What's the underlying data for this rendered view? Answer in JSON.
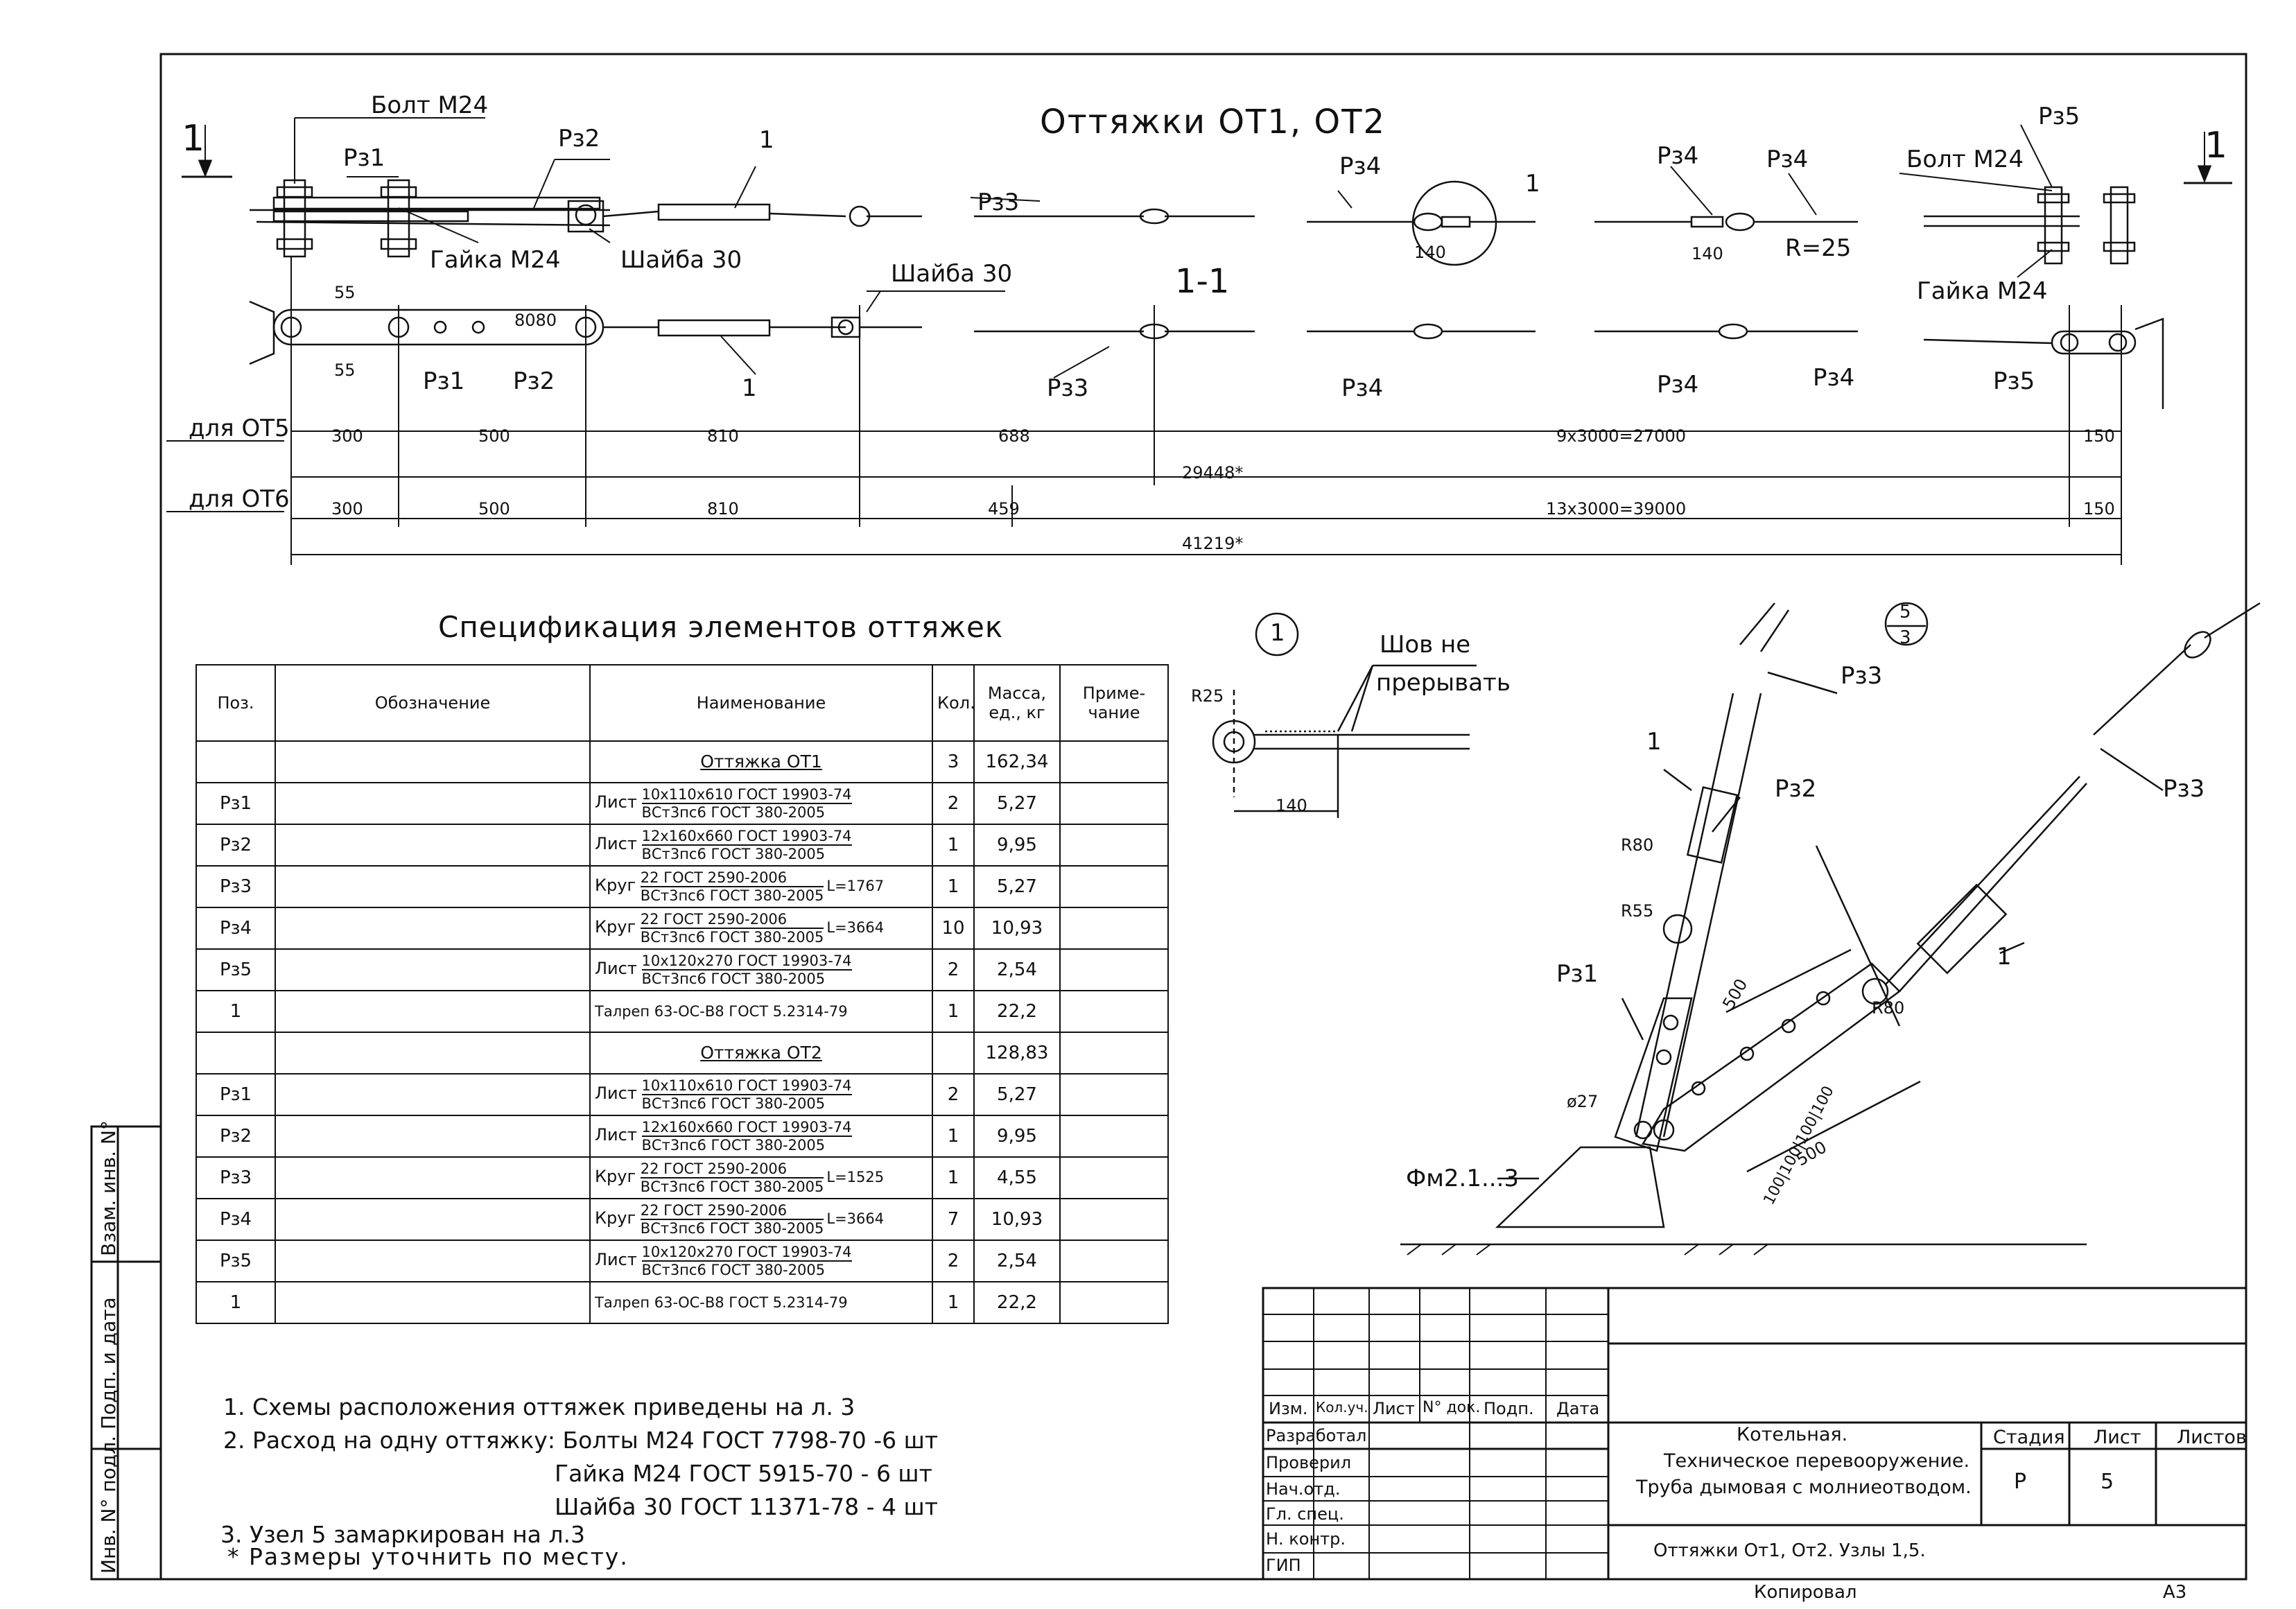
{
  "drawing": {
    "main_title": "Оттяжки ОТ1, ОТ2",
    "section_label": "1-1",
    "section_marker": "1",
    "labels": {
      "bolt": "Болт М24",
      "nut": "Гайка М24",
      "washer": "Шайба 30",
      "pz1": "Рз1",
      "pz2": "Рз2",
      "pz3": "Рз3",
      "pz4": "Рз4",
      "pz5": "Рз5",
      "item1": "1",
      "r25": "R=25",
      "d140": "140",
      "d55": "55",
      "d8080": "8080"
    },
    "dims_ot5": {
      "label": "для ОТ5",
      "segments": [
        "300",
        "500",
        "810",
        "688",
        "9x3000=27000",
        "150"
      ],
      "total": "29448*"
    },
    "dims_ot6": {
      "label": "для ОТ6",
      "segments": [
        "300",
        "500",
        "810",
        "459",
        "13x3000=39000",
        "150"
      ],
      "total": "41219*"
    }
  },
  "node1": {
    "marker": "1",
    "seam_note_1": "Шов не",
    "seam_note_2": "прерывать",
    "r25": "R25",
    "d140": "140"
  },
  "node5": {
    "marker_top": "5",
    "marker_bottom": "3",
    "r80_a": "R80",
    "r55": "R55",
    "r80_b": "R80",
    "d27": "ø27",
    "d500_a": "500",
    "d500_b": "500",
    "d100s": "100|100|100|100",
    "foundation": "Фм2.1...3",
    "pz1": "Рз1",
    "pz2": "Рз2",
    "pz3_a": "Рз3",
    "pz3_b": "Рз3",
    "item1_a": "1",
    "item1_b": "1"
  },
  "spec": {
    "title": "Спецификация элементов оттяжек",
    "headers": [
      "Поз.",
      "Обозначение",
      "Наименование",
      "Кол.",
      "Масса, ед., кг",
      "Приме-чание"
    ],
    "rows": [
      {
        "pos": "",
        "name_type": "group",
        "name": "Оттяжка ОТ1",
        "qty": "3",
        "mass": "162,34"
      },
      {
        "pos": "Рз1",
        "name_type": "frac",
        "prefix": "Лист",
        "top": "10x110x610 ГОСТ 19903-74",
        "bottom": "ВСт3пс6 ГОСТ 380-2005",
        "suffix": "",
        "qty": "2",
        "mass": "5,27"
      },
      {
        "pos": "Рз2",
        "name_type": "frac",
        "prefix": "Лист",
        "top": "12x160x660 ГОСТ 19903-74",
        "bottom": "ВСт3пс6 ГОСТ 380-2005",
        "suffix": "",
        "qty": "1",
        "mass": "9,95"
      },
      {
        "pos": "Рз3",
        "name_type": "frac",
        "prefix": "Круг",
        "top": "22 ГОСТ 2590-2006",
        "bottom": "ВСт3пс6 ГОСТ 380-2005",
        "suffix": "L=1767",
        "qty": "1",
        "mass": "5,27"
      },
      {
        "pos": "Рз4",
        "name_type": "frac",
        "prefix": "Круг",
        "top": "22 ГОСТ 2590-2006",
        "bottom": "ВСт3пс6 ГОСТ 380-2005",
        "suffix": "L=3664",
        "qty": "10",
        "mass": "10,93"
      },
      {
        "pos": "Рз5",
        "name_type": "frac",
        "prefix": "Лист",
        "top": "10x120x270 ГОСТ 19903-74",
        "bottom": "ВСт3пс6 ГОСТ 380-2005",
        "suffix": "",
        "qty": "2",
        "mass": "2,54"
      },
      {
        "pos": "1",
        "name_type": "plain",
        "name": "Талреп 63-ОС-В8 ГОСТ 5.2314-79",
        "qty": "1",
        "mass": "22,2"
      },
      {
        "pos": "",
        "name_type": "group",
        "name": "Оттяжка ОТ2",
        "qty": "",
        "mass": "128,83"
      },
      {
        "pos": "Рз1",
        "name_type": "frac",
        "prefix": "Лист",
        "top": "10x110x610 ГОСТ 19903-74",
        "bottom": "ВСт3пс6 ГОСТ 380-2005",
        "suffix": "",
        "qty": "2",
        "mass": "5,27"
      },
      {
        "pos": "Рз2",
        "name_type": "frac",
        "prefix": "Лист",
        "top": "12x160x660 ГОСТ 19903-74",
        "bottom": "ВСт3пс6 ГОСТ 380-2005",
        "suffix": "",
        "qty": "1",
        "mass": "9,95"
      },
      {
        "pos": "Рз3",
        "name_type": "frac",
        "prefix": "Круг",
        "top": "22 ГОСТ 2590-2006",
        "bottom": "ВСт3пс6 ГОСТ 380-2005",
        "suffix": "L=1525",
        "qty": "1",
        "mass": "4,55"
      },
      {
        "pos": "Рз4",
        "name_type": "frac",
        "prefix": "Круг",
        "top": "22 ГОСТ 2590-2006",
        "bottom": "ВСт3пс6 ГОСТ 380-2005",
        "suffix": "L=3664",
        "qty": "7",
        "mass": "10,93"
      },
      {
        "pos": "Рз5",
        "name_type": "frac",
        "prefix": "Лист",
        "top": "10x120x270 ГОСТ 19903-74",
        "bottom": "ВСт3пс6 ГОСТ 380-2005",
        "suffix": "",
        "qty": "2",
        "mass": "2,54"
      },
      {
        "pos": "1",
        "name_type": "plain",
        "name": "Талреп 63-ОС-В8 ГОСТ 5.2314-79",
        "qty": "1",
        "mass": "22,2"
      }
    ]
  },
  "notes": {
    "n1": "1. Схемы расположения оттяжек приведены на л. 3",
    "n2": "2. Расход на одну оттяжку: Болты М24 ГОСТ 7798-70   -6 шт",
    "n2b": "Гайка М24 ГОСТ 5915-70   - 6 шт",
    "n2c": "Шайба 30 ГОСТ 11371-78    - 4 шт",
    "n3": "3. Узел 5 замаркирован на л.3",
    "n4": "* Размеры  уточнить  по месту."
  },
  "side_stamp": {
    "inv_num": "Инв. N° подл.",
    "sign_date": "Подп. и дата",
    "repl_inv": "Взам. инв. N°"
  },
  "title_block": {
    "col_headers": [
      "Изм.",
      "Кол.уч.",
      "Лист",
      "N° док.",
      "Подп.",
      "Дата"
    ],
    "roles": [
      "Разработал",
      "Проверил",
      "Нач.отд.",
      "Гл. спец.",
      "Н. контр.",
      "ГИП"
    ],
    "project_1": "Котельная.",
    "project_2": "Техническое перевооружение.",
    "project_3": "Труба дымовая с молниеотводом.",
    "sheet_title": "Оттяжки От1, От2. Узлы 1,5.",
    "stage_label": "Стадия",
    "sheet_label": "Лист",
    "sheets_label": "Листов",
    "stage": "Р",
    "sheet": "5",
    "sheets": ""
  },
  "footer": {
    "copied": "Копировал",
    "format": "А3"
  }
}
